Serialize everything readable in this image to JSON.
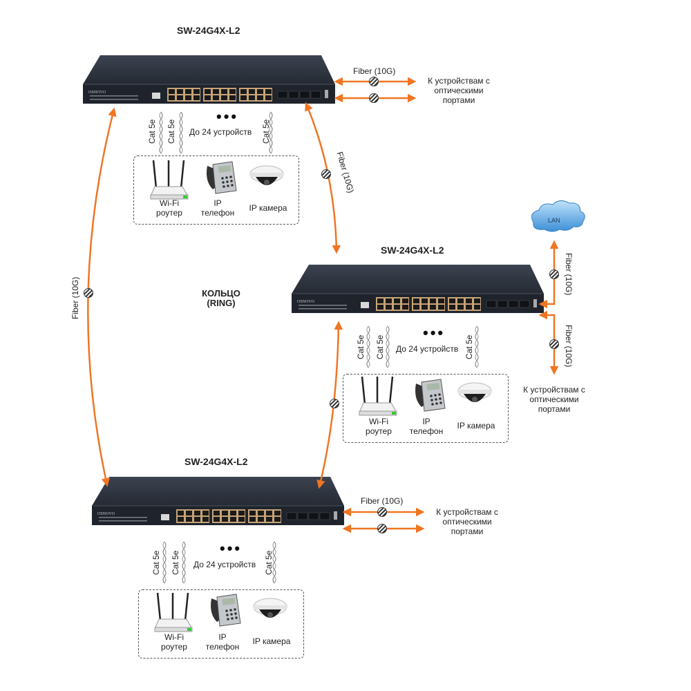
{
  "colors": {
    "link": "#f07522",
    "switch_body": "#2b313c",
    "port": "#c8a478",
    "cloud": "#5ba7e0"
  },
  "switches": [
    {
      "id": "top",
      "model": "SW-24G4X-L2",
      "brand": "OSNOVO"
    },
    {
      "id": "middle",
      "model": "SW-24G4X-L2",
      "brand": "OSNOVO"
    },
    {
      "id": "bottom",
      "model": "SW-24G4X-L2",
      "brand": "OSNOVO"
    }
  ],
  "ring_label": {
    "line1": "КОЛЬЦО",
    "line2": "(RING)"
  },
  "fiber_label": "Fiber (10G)",
  "optical_devices_label": {
    "line1": "К устройствам с",
    "line2": "оптическими",
    "line3": "портами"
  },
  "cable_label": "Cat 5e",
  "ellipsis": "•••",
  "devices_count_label": "До 24 устройств",
  "devices": [
    {
      "icon": "wifi-router-icon",
      "line1": "Wi-Fi",
      "line2": "роутер"
    },
    {
      "icon": "ip-phone-icon",
      "line1": "IP",
      "line2": "телефон"
    },
    {
      "icon": "ip-camera-icon",
      "line1": "IP камера",
      "line2": ""
    }
  ],
  "lan_label": "LAN"
}
